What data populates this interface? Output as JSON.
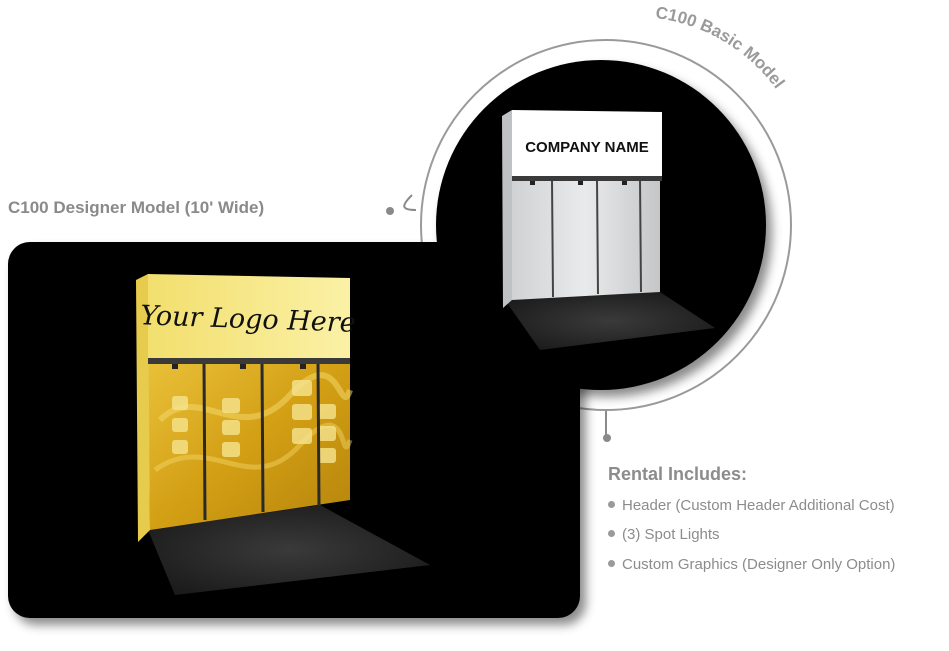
{
  "basic_model": {
    "title": "C100 Basic Model",
    "header_text": "COMPANY NAME"
  },
  "designer_model": {
    "title": "C100 Designer Model (10' Wide)",
    "header_text": "Your Logo Here"
  },
  "rental": {
    "title": "Rental Includes:",
    "items": [
      "Header (Custom Header Additional Cost)",
      "(3) Spot Lights",
      "Custom Graphics (Designer Only Option)"
    ]
  },
  "colors": {
    "label_gray": "#8c8c8c",
    "panel_black": "#000000",
    "graphic_yellow": "#d8a51a",
    "header_yellow": "#f6e98a"
  }
}
